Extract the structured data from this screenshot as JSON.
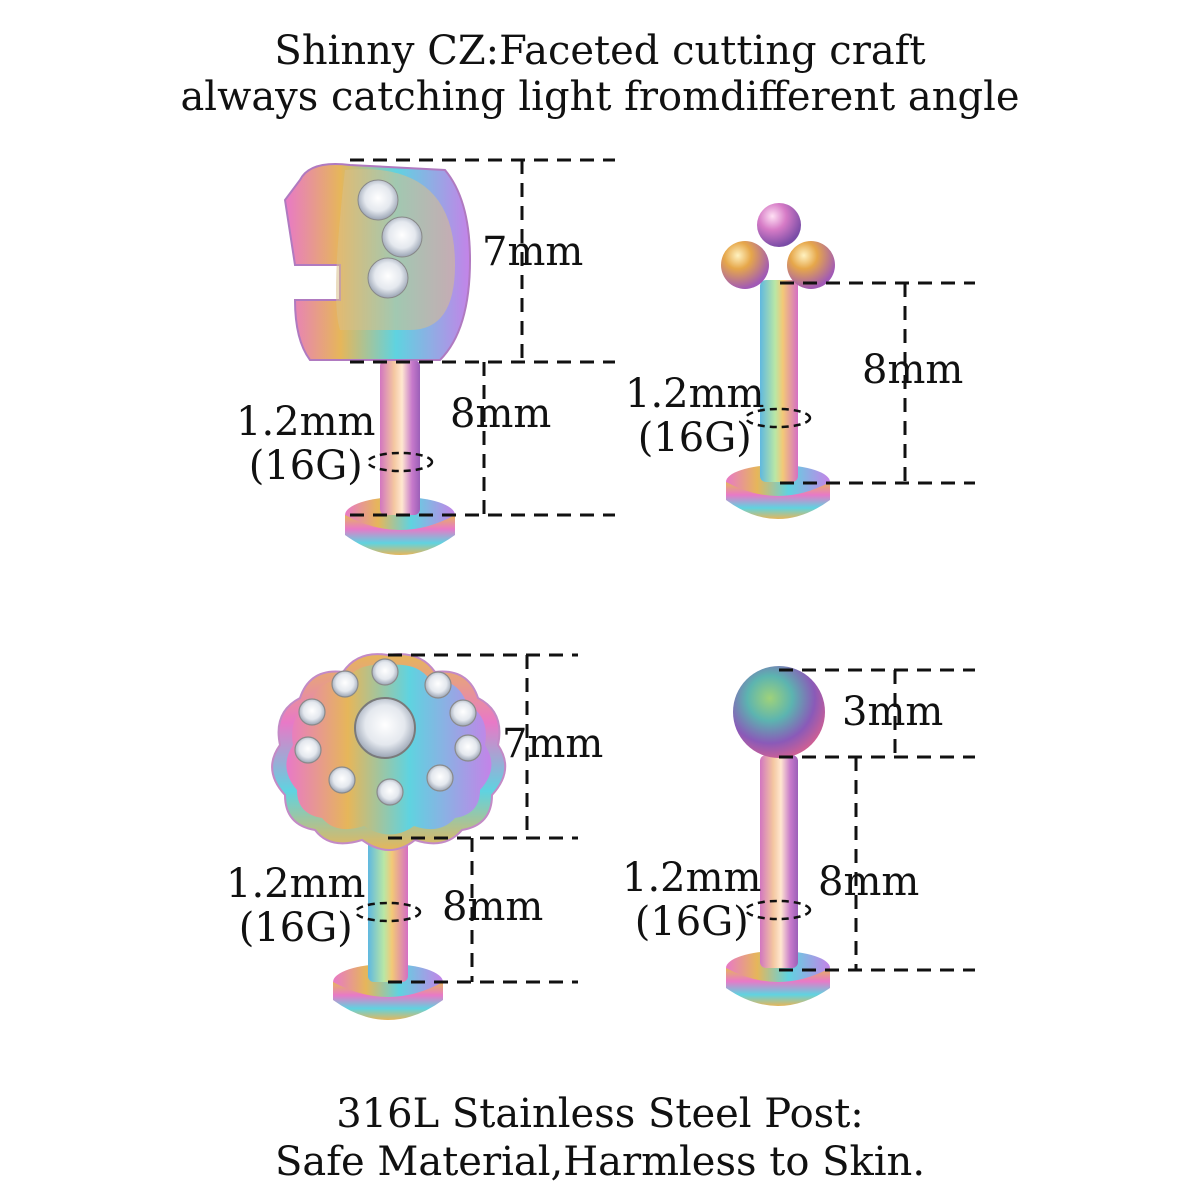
{
  "header": {
    "line1": "Shinny CZ:Faceted cutting craft",
    "line2": "always catching light fromdifferent angle"
  },
  "footer": {
    "line1": "316L Stainless Steel Post:",
    "line2": "Safe Material,Harmless to Skin."
  },
  "products": [
    {
      "name": "moon-cz-stud",
      "top_label": "7mm",
      "post_label": "8mm",
      "gauge_line1": "1.2mm",
      "gauge_line2": "(16G)"
    },
    {
      "name": "triple-ball-stud",
      "post_label": "8mm",
      "gauge_line1": "1.2mm",
      "gauge_line2": "(16G)"
    },
    {
      "name": "flower-cz-stud",
      "top_label": "7mm",
      "post_label": "8mm",
      "gauge_line1": "1.2mm",
      "gauge_line2": "(16G)"
    },
    {
      "name": "sandblasted-ball-stud",
      "top_label": "3mm",
      "post_label": "8mm",
      "gauge_line1": "1.2mm",
      "gauge_line2": "(16G)"
    }
  ],
  "colors": {
    "rainbow_pink": "#e879c7",
    "rainbow_gold": "#e6b65a",
    "rainbow_cyan": "#5fd3e0",
    "rainbow_green": "#8fd46a",
    "dim_line": "#111111"
  }
}
